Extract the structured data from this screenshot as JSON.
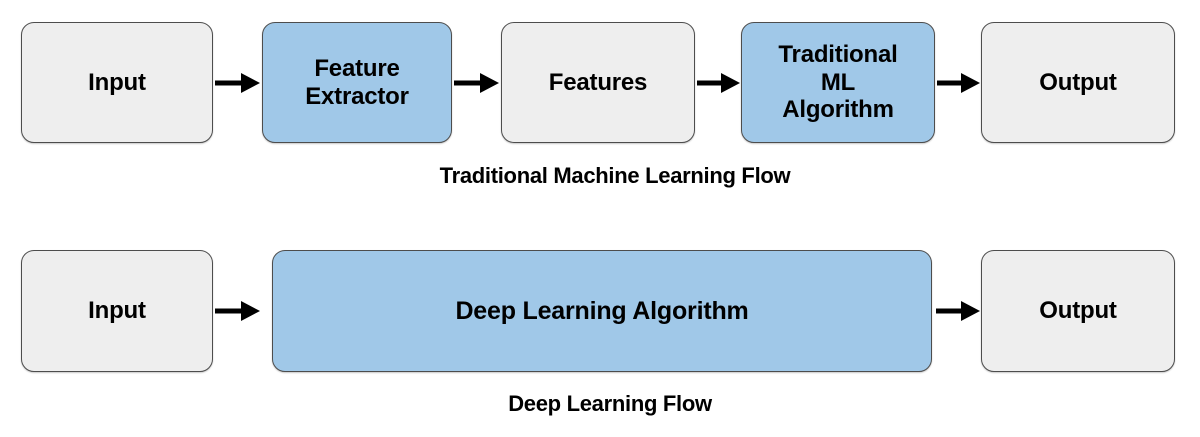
{
  "diagram": {
    "background_color": "#ffffff",
    "palette": {
      "box_gray_fill": "#eeeeee",
      "box_blue_fill": "#a0c8e8",
      "box_border": "#4d4d4d",
      "arrow_color": "#000000",
      "text_color": "#000000"
    },
    "flows": [
      {
        "id": "traditional-ml",
        "caption": "Traditional Machine Learning Flow",
        "nodes": [
          {
            "id": "input",
            "label": "Input",
            "style": "gray"
          },
          {
            "id": "feature-extractor",
            "label": "Feature\nExtractor",
            "style": "blue"
          },
          {
            "id": "features",
            "label": "Features",
            "style": "gray"
          },
          {
            "id": "traditional-ml-algorithm",
            "label": "Traditional\nML\nAlgorithm",
            "style": "blue"
          },
          {
            "id": "output",
            "label": "Output",
            "style": "gray"
          }
        ],
        "connectors": [
          {
            "from": "input",
            "to": "feature-extractor",
            "kind": "arrow-right"
          },
          {
            "from": "feature-extractor",
            "to": "features",
            "kind": "arrow-right"
          },
          {
            "from": "features",
            "to": "traditional-ml-algorithm",
            "kind": "arrow-right"
          },
          {
            "from": "traditional-ml-algorithm",
            "to": "output",
            "kind": "arrow-right"
          }
        ]
      },
      {
        "id": "deep-learning",
        "caption": "Deep Learning Flow",
        "nodes": [
          {
            "id": "input",
            "label": "Input",
            "style": "gray"
          },
          {
            "id": "deep-learning-algorithm",
            "label": "Deep Learning Algorithm",
            "style": "blue"
          },
          {
            "id": "output",
            "label": "Output",
            "style": "gray"
          }
        ],
        "connectors": [
          {
            "from": "input",
            "to": "deep-learning-algorithm",
            "kind": "arrow-right"
          },
          {
            "from": "deep-learning-algorithm",
            "to": "output",
            "kind": "arrow-right"
          }
        ]
      }
    ]
  }
}
